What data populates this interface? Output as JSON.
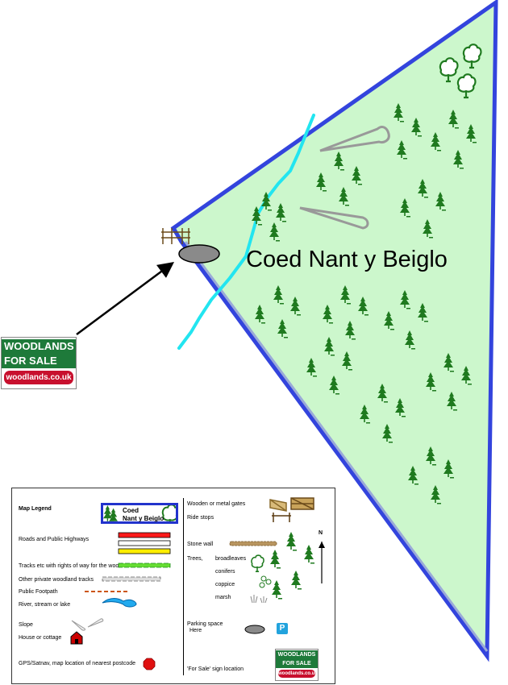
{
  "map": {
    "wood_name": "Coed Nant y Beiglo",
    "colors": {
      "wood_fill": "#ccf7cc",
      "boundary": "#3344dd",
      "river": "#22e5f0",
      "tree": "#1f7a1f",
      "ride_stop": "#999999",
      "parking": "#8a8a8a"
    }
  },
  "sign": {
    "line1": "WOODLANDS",
    "line2": "FOR SALE",
    "line3": "woodlands.co.uk"
  },
  "legend": {
    "title": "Map Legend",
    "sample_name_line1": "Coed",
    "sample_name_line2": "Nant y Beiglo",
    "items": {
      "roads": "Roads and Public Highways",
      "tracks_row": "Tracks etc with rights of way for the wood",
      "private_tracks": "Other private woodland tracks",
      "footpath": "Public Footpath",
      "river": "River, stream or lake",
      "slope": "Slope",
      "house": "House or cottage",
      "gps": "GPS/Satnav, map location of nearest postcode",
      "gates": "Wooden or metal gates",
      "ride_stops": "Ride stops",
      "stone_wall": "Stone wall",
      "trees": "Trees,",
      "broadleaves": "broadleaves",
      "conifers": "conifers",
      "coppice": "coppice",
      "marsh": "marsh",
      "parking_line1": "Parking space",
      "parking_line2": "Here",
      "parking_icon": "P",
      "for_sale_sign": "'For Sale'  sign location",
      "north": "N"
    },
    "mini_sign": {
      "line1": "WOODLANDS",
      "line2": "FOR SALE",
      "line3": "woodlands.co.uk"
    }
  }
}
